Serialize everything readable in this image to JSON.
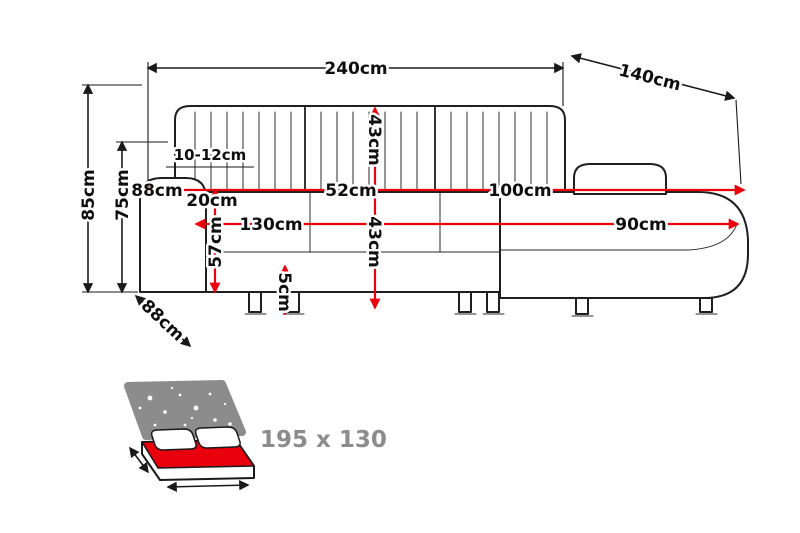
{
  "diagram": {
    "title": "corner-sofa-dimension-diagram",
    "labels": {
      "width_total": "240cm",
      "depth_chaise_total": "140cm",
      "height_total": "85cm",
      "height_backrest": "75cm",
      "armrest_height": "10-12cm",
      "depth_armrest": "88cm",
      "height_armrest_above_seat": "20cm",
      "width_seat": "130cm",
      "depth_seat": "52cm",
      "height_back_cushion": "43cm",
      "height_seat_front": "43cm",
      "height_seat": "57cm",
      "height_legs": "5cm",
      "length_chaise": "100cm",
      "width_chaise": "90cm",
      "depth_side": "88cm"
    },
    "sleeping_area": {
      "label": "195 x 130"
    },
    "colors": {
      "dimension_red": "#e8000d",
      "line_black": "#1a1a1a",
      "icon_gray": "#8c8c8c"
    }
  }
}
